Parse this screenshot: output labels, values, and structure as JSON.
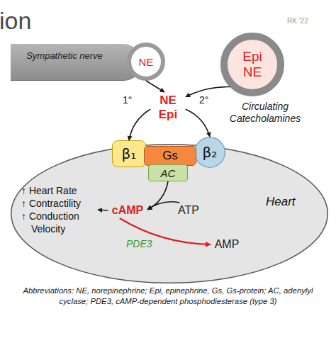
{
  "diagram": {
    "title": "ion",
    "caption": "Abbreviations: NE, norepinephrine; Epi, epinephrine, Gs, Gs-protein; AC, adenylyl cyclase; PDE3, cAMP-dependent phosphodiesterase (type 3)",
    "nodes": [
      {
        "text": [
          "Sympathetic nerve"
        ]
      },
      {
        "text": [
          "NE"
        ],
        "in": 0
      },
      {
        "text": [
          "Epi NE",
          "Circulating Catecholamines"
        ]
      },
      {
        "text": [
          "NE Epi"
        ]
      },
      {
        "text": [
          "Heart"
        ]
      },
      {
        "text": [
          "β₁"
        ],
        "in": 4
      },
      {
        "text": [
          "Gs"
        ],
        "in": 4
      },
      {
        "text": [
          "β₂"
        ],
        "in": 4
      },
      {
        "text": [
          "AC"
        ],
        "in": 4
      },
      {
        "text": [
          "↑ Heart Rate",
          "↑ Contractility",
          "↑ Conduction Velocity"
        ],
        "in": 4
      },
      {
        "text": [
          "cAMP"
        ],
        "in": 4
      },
      {
        "text": [
          "ATP"
        ],
        "in": 4
      },
      {
        "text": [
          "AMP"
        ],
        "in": 4
      }
    ],
    "edges": [
      {
        "from": 1,
        "to": 3,
        "arrow": "to"
      },
      {
        "from": 2,
        "to": 3,
        "arrow": "to"
      },
      {
        "from": 3,
        "to": 5,
        "label": "1°",
        "arrow": "to"
      },
      {
        "from": 3,
        "to": 7,
        "label": "2°",
        "arrow": "to"
      },
      {
        "from": 8,
        "to": 10,
        "arrow": "to"
      },
      {
        "from": 11,
        "to": 10,
        "arrow": "to"
      },
      {
        "from": 10,
        "to": 9,
        "arrow": "to"
      },
      {
        "from": 10,
        "to": 12,
        "label": "PDE3",
        "arrow": "to"
      }
    ],
    "labels": [
      "RK '22"
    ]
  }
}
